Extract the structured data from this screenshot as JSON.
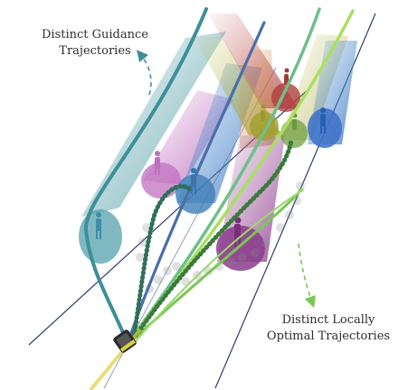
{
  "labels": {
    "guidance_line1": "Distinct Guidance",
    "guidance_line2": "Trajectories",
    "optimal_line1": "Distinct Locally",
    "optimal_line2": "Optimal Trajectories"
  },
  "colors": {
    "guidance_teal": "#3e8f97",
    "guidance_blue": "#4a6ea8",
    "optimal_green": "#78c850",
    "optimal_dark_green": "#2f7a4a",
    "bright_green": "#a8e060",
    "cylinder_blue": "#3c78c0",
    "cylinder_purple": "#b060b0",
    "cylinder_dark_purple": "#8a3c8a",
    "cylinder_red": "#b04040",
    "cylinder_olive": "#9a9a30",
    "corridor_line": "#2c3e6a",
    "robot": "#e0d040"
  },
  "icons": {
    "robot": "robot-vehicle-icon",
    "pedestrian": "pedestrian-icon"
  }
}
